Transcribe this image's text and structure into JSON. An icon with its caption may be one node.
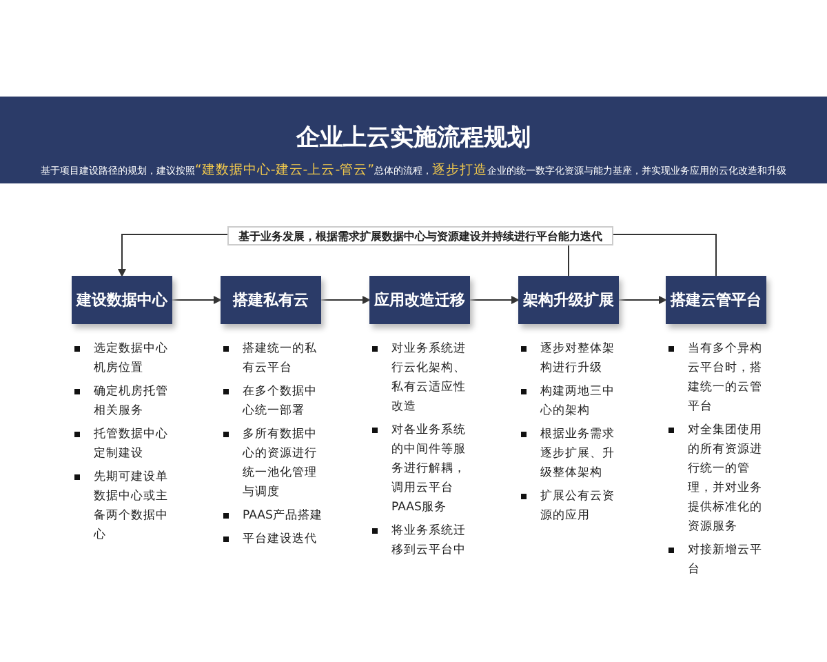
{
  "diagram": {
    "title": "企业上云实施流程规划",
    "nodes": [
      {
        "text": [
          "建设数据中心"
        ],
        "beside": [
          "选定数据中心机房位置",
          "确定机房托管相关服务",
          "托管数据中心定制建设",
          "先期可建设单数据中心或主备两个数据中心"
        ]
      },
      {
        "text": [
          "搭建私有云"
        ],
        "beside": [
          "搭建统一的私有云平台",
          "在多个数据中心统一部署",
          "多所有数据中心的资源进行统一池化管理与调度",
          "PAAS产品搭建",
          "平台建设迭代"
        ]
      },
      {
        "text": [
          "应用改造迁移"
        ],
        "beside": [
          "对业务系统进行云化架构、私有云适应性改造",
          "对各业务系统的中间件等服务进行解耦，调用云平台PAAS服务",
          "将业务系统迁移到云平台中"
        ]
      },
      {
        "text": [
          "架构升级扩展"
        ],
        "beside": [
          "逐步对整体架构进行升级",
          "构建两地三中心的架构",
          "根据业务需求逐步扩展、升级整体架构",
          "扩展公有云资源的应用"
        ]
      },
      {
        "text": [
          "搭建云管平台"
        ],
        "beside": [
          "当有多个异构云平台时，搭建统一的云管平台",
          "对全集团使用的所有资源进行统一的管理，并对业务提供标准化的资源服务",
          "对接新增云平台"
        ]
      },
      {
        "text": [
          "基于业务发展，根据需求扩展数据中心与资源建设并持续进行平台能力迭代"
        ]
      }
    ],
    "edges": [
      {
        "from": 0,
        "to": 1,
        "arrow": "to"
      },
      {
        "from": 1,
        "to": 2,
        "arrow": "to"
      },
      {
        "from": 2,
        "to": 3,
        "arrow": "to"
      },
      {
        "from": 3,
        "to": 4,
        "arrow": "to"
      },
      {
        "from": 3,
        "to": 5,
        "arrow": "none"
      },
      {
        "from": 4,
        "to": 5,
        "arrow": "none"
      },
      {
        "from": 5,
        "to": 0,
        "arrow": "to"
      }
    ],
    "labels": [
      "基于项目建设路径的规划，建议按照**“建数据中心-建云-上云-管云”**总体的流程，**逐步打造**企业的统一数字化资源与能力基座，并实现业务应用的云化改造和升级"
    ]
  }
}
